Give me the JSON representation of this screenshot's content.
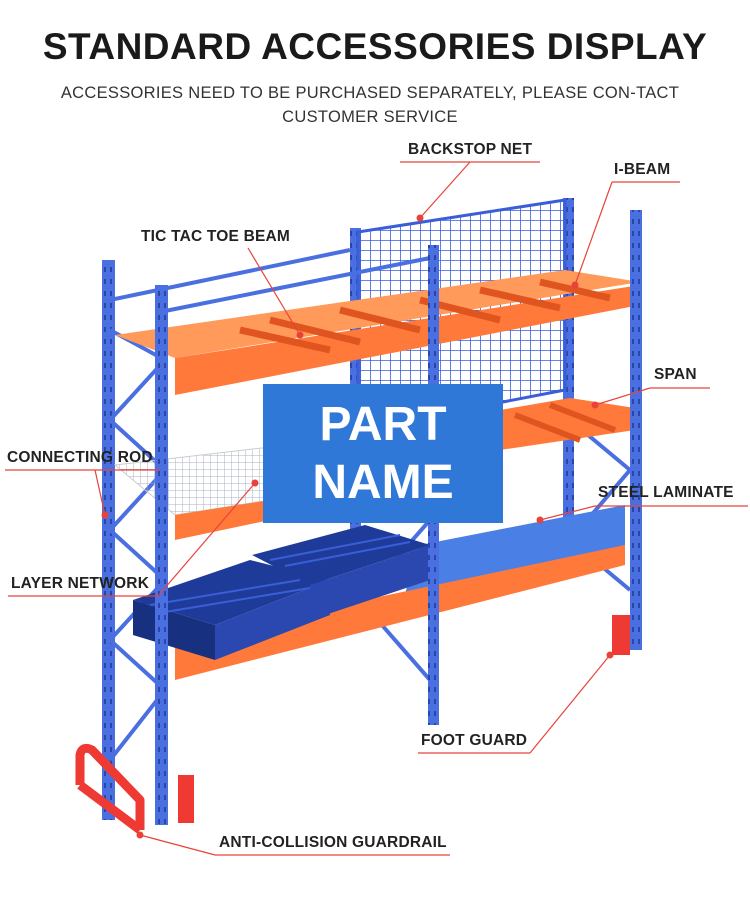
{
  "header": {
    "title": "STANDARD ACCESSORIES DISPLAY",
    "subtitle": "ACCESSORIES NEED TO BE PURCHASED SEPARATELY, PLEASE CON-TACT CUSTOMER SERVICE"
  },
  "labels": {
    "backstop_net": "BACKSTOP NET",
    "i_beam": "I-BEAM",
    "tic_tac_toe_beam": "TIC TAC TOE BEAM",
    "span": "SPAN",
    "connecting_rod": "CONNECTING ROD",
    "steel_laminate": "STEEL LAMINATE",
    "layer_network": "LAYER NETWORK",
    "foot_guard": "FOOT GUARD",
    "anti_collision_guardrail": "ANTI-COLLISION GUARDRAIL"
  },
  "overlay": {
    "line1": "PART",
    "line2": "NAME"
  },
  "colors": {
    "frame_blue": "#4a6fe0",
    "beam_orange": "#ff7a3a",
    "callout_red": "#e8433a",
    "guard_red": "#ee3a32",
    "pallet_navy": "#1f3b9a",
    "overlay_blue": "#2f78d8"
  }
}
